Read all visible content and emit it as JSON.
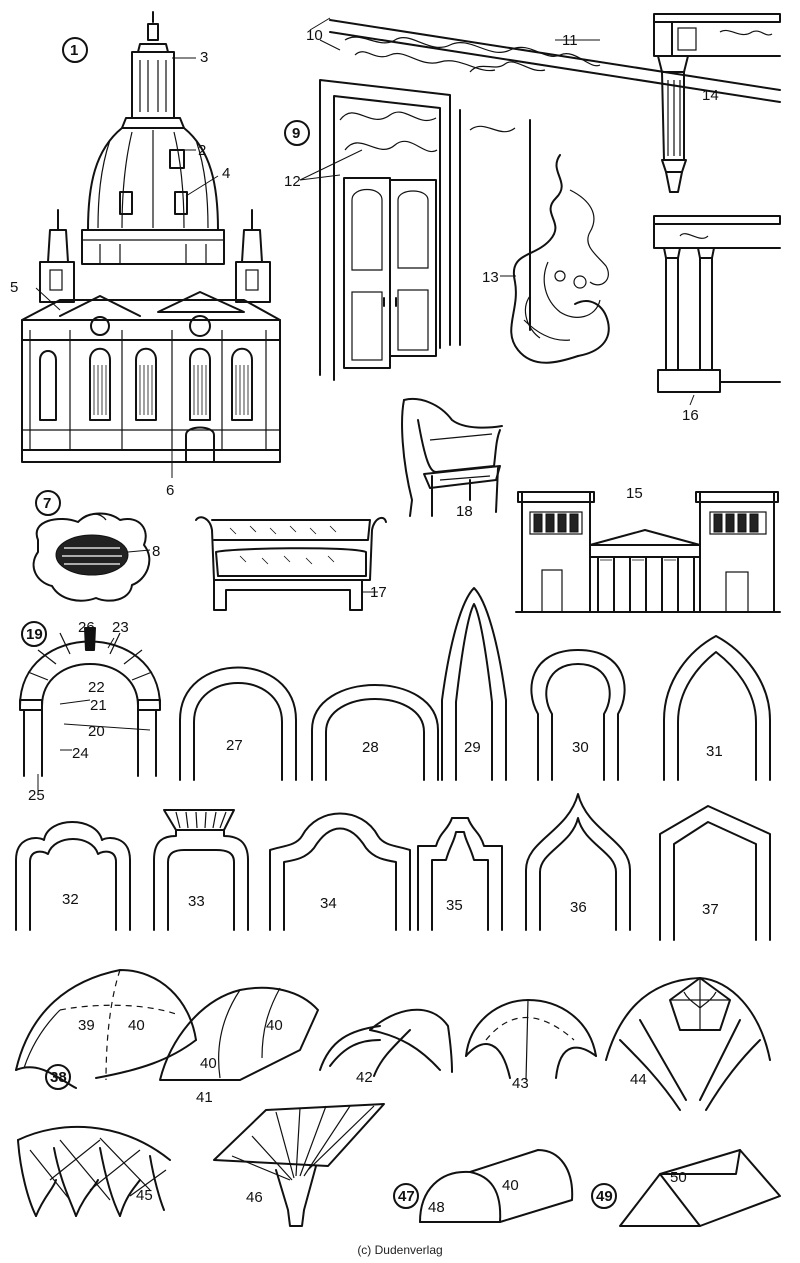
{
  "labels": {
    "l1": "1",
    "l2": "2",
    "l3": "3",
    "l4": "4",
    "l5": "5",
    "l6": "6",
    "l7": "7",
    "l8": "8",
    "l9": "9",
    "l10": "10",
    "l11": "11",
    "l12": "12",
    "l13": "13",
    "l14": "14",
    "l15": "15",
    "l16": "16",
    "l17": "17",
    "l18": "18",
    "l19": "19",
    "l20": "20",
    "l21": "21",
    "l22": "22",
    "l23": "23",
    "l24": "24",
    "l25": "25",
    "l26": "26",
    "l27": "27",
    "l28": "28",
    "l29": "29",
    "l30": "30",
    "l31": "31",
    "l32": "32",
    "l33": "33",
    "l34": "34",
    "l35": "35",
    "l36": "36",
    "l37": "37",
    "l38": "38",
    "l39": "39",
    "l40a": "40",
    "l40b": "40",
    "l40c": "40",
    "l40d": "40",
    "l41": "41",
    "l42": "42",
    "l43": "43",
    "l44": "44",
    "l45": "45",
    "l46": "46",
    "l47": "47",
    "l48": "48",
    "l49": "49",
    "l50": "50"
  },
  "copyright": "(c) Dudenverlag"
}
